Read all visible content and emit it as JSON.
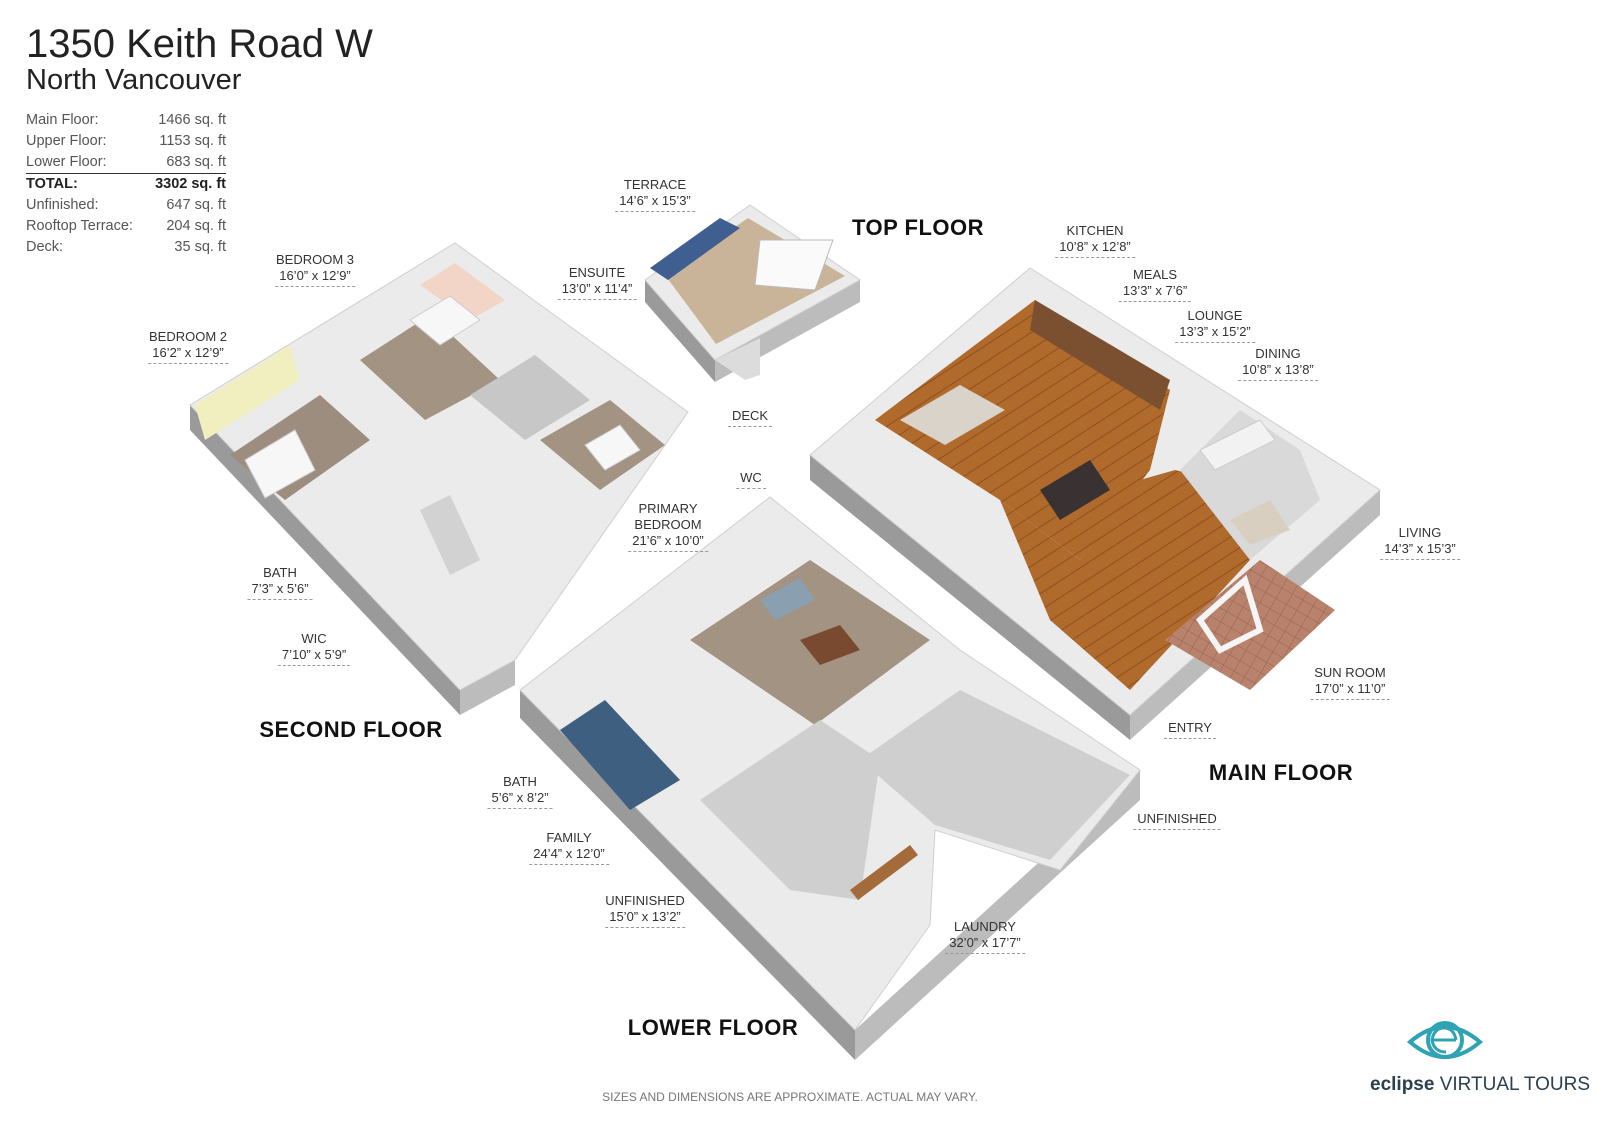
{
  "header": {
    "title": "1350 Keith Road W",
    "subtitle": "North Vancouver"
  },
  "areas": [
    {
      "label": "Main Floor:",
      "value": "1466 sq. ft"
    },
    {
      "label": "Upper Floor:",
      "value": "1153 sq. ft"
    },
    {
      "label": "Lower Floor:",
      "value": "683 sq. ft"
    },
    {
      "label": "TOTAL:",
      "value": "3302 sq. ft"
    },
    {
      "label": "Unfinished:",
      "value": "647 sq. ft"
    },
    {
      "label": "Rooftop Terrace:",
      "value": "204 sq. ft"
    },
    {
      "label": "Deck:",
      "value": "35 sq. ft"
    }
  ],
  "floors": {
    "top": "TOP FLOOR",
    "second": "SECOND FLOOR",
    "main": "MAIN FLOOR",
    "lower": "LOWER FLOOR"
  },
  "rooms": {
    "terrace": {
      "name": "TERRACE",
      "dim": "14’6” x 15’3”"
    },
    "bedroom3": {
      "name": "BEDROOM 3",
      "dim": "16’0” x 12’9”"
    },
    "ensuite": {
      "name": "ENSUITE",
      "dim": "13’0” x 11’4”"
    },
    "bedroom2": {
      "name": "BEDROOM 2",
      "dim": "16’2” x 12’9”"
    },
    "primary": {
      "name": "PRIMARY BEDROOM",
      "name1": "PRIMARY",
      "name2": "BEDROOM",
      "dim": "21’6” x 10’0”"
    },
    "bath_upper": {
      "name": "BATH",
      "dim": "7’3” x 5’6”"
    },
    "wic": {
      "name": "WIC",
      "dim": "7’10” x 5’9”"
    },
    "kitchen": {
      "name": "KITCHEN",
      "dim": "10’8” x 12’8”"
    },
    "meals": {
      "name": "MEALS",
      "dim": "13’3” x 7’6”"
    },
    "lounge": {
      "name": "LOUNGE",
      "dim": "13’3” x 15’2”"
    },
    "dining": {
      "name": "DINING",
      "dim": "10’8” x 13’8”"
    },
    "deck": {
      "name": "DECK"
    },
    "wc": {
      "name": "WC"
    },
    "living": {
      "name": "LIVING",
      "dim": "14’3” x 15’3”"
    },
    "sunroom": {
      "name": "SUN ROOM",
      "dim": "17’0” x 11’0”"
    },
    "entry": {
      "name": "ENTRY"
    },
    "bath_lower": {
      "name": "BATH",
      "dim": "5’6” x 8’2”"
    },
    "family": {
      "name": "FAMILY",
      "dim": "24’4” x 12’0”"
    },
    "unfinished_small": {
      "name": "UNFINISHED",
      "dim": "15’0” x 13’2”"
    },
    "unfinished_large": {
      "name": "UNFINISHED"
    },
    "laundry": {
      "name": "LAUNDRY",
      "dim": "32’0” x 17’7”"
    }
  },
  "footer": {
    "disclaimer": "SIZES AND DIMENSIONS ARE APPROXIMATE. ACTUAL MAY VARY."
  },
  "logo": {
    "brand_bold": "eclipse",
    "brand_rest": "VIRTUAL TOURS"
  },
  "colors": {
    "wall": "#ebebeb",
    "wall_side": "#9a9a9a",
    "wood": "#b06a2c",
    "tile": "#b8826c",
    "carpet": "#9c8d7f",
    "concrete": "#cfcfcf",
    "logo": "#2fa3b4"
  }
}
